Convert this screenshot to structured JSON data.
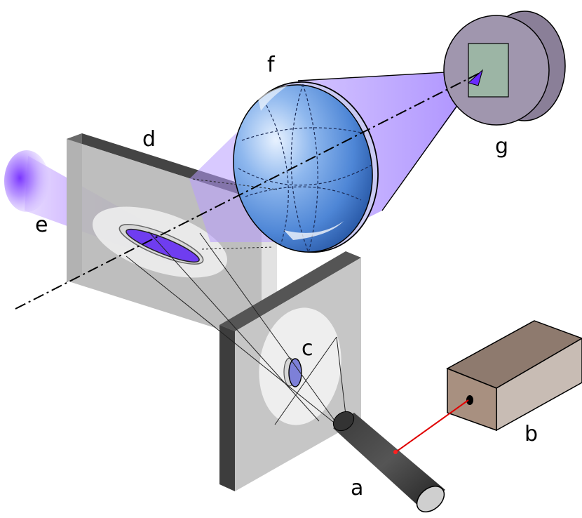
{
  "labels": {
    "a": "a",
    "b": "b",
    "c": "c",
    "d": "d",
    "e": "e",
    "f": "f",
    "g": "g"
  },
  "colors": {
    "plate_face": "#c4c4c4",
    "plate_edge": "#5a5a5a",
    "laser_box_front": "#a89080",
    "laser_box_side": "#c8bcb4",
    "laser_box_top": "#8e7a6e",
    "laser_beam": "#e00000",
    "light_violet": "#8a4dff",
    "lens_blue": "#4e86d6",
    "detector_body": "#9a8fa8",
    "sensor_square": "#9cb5a5"
  }
}
